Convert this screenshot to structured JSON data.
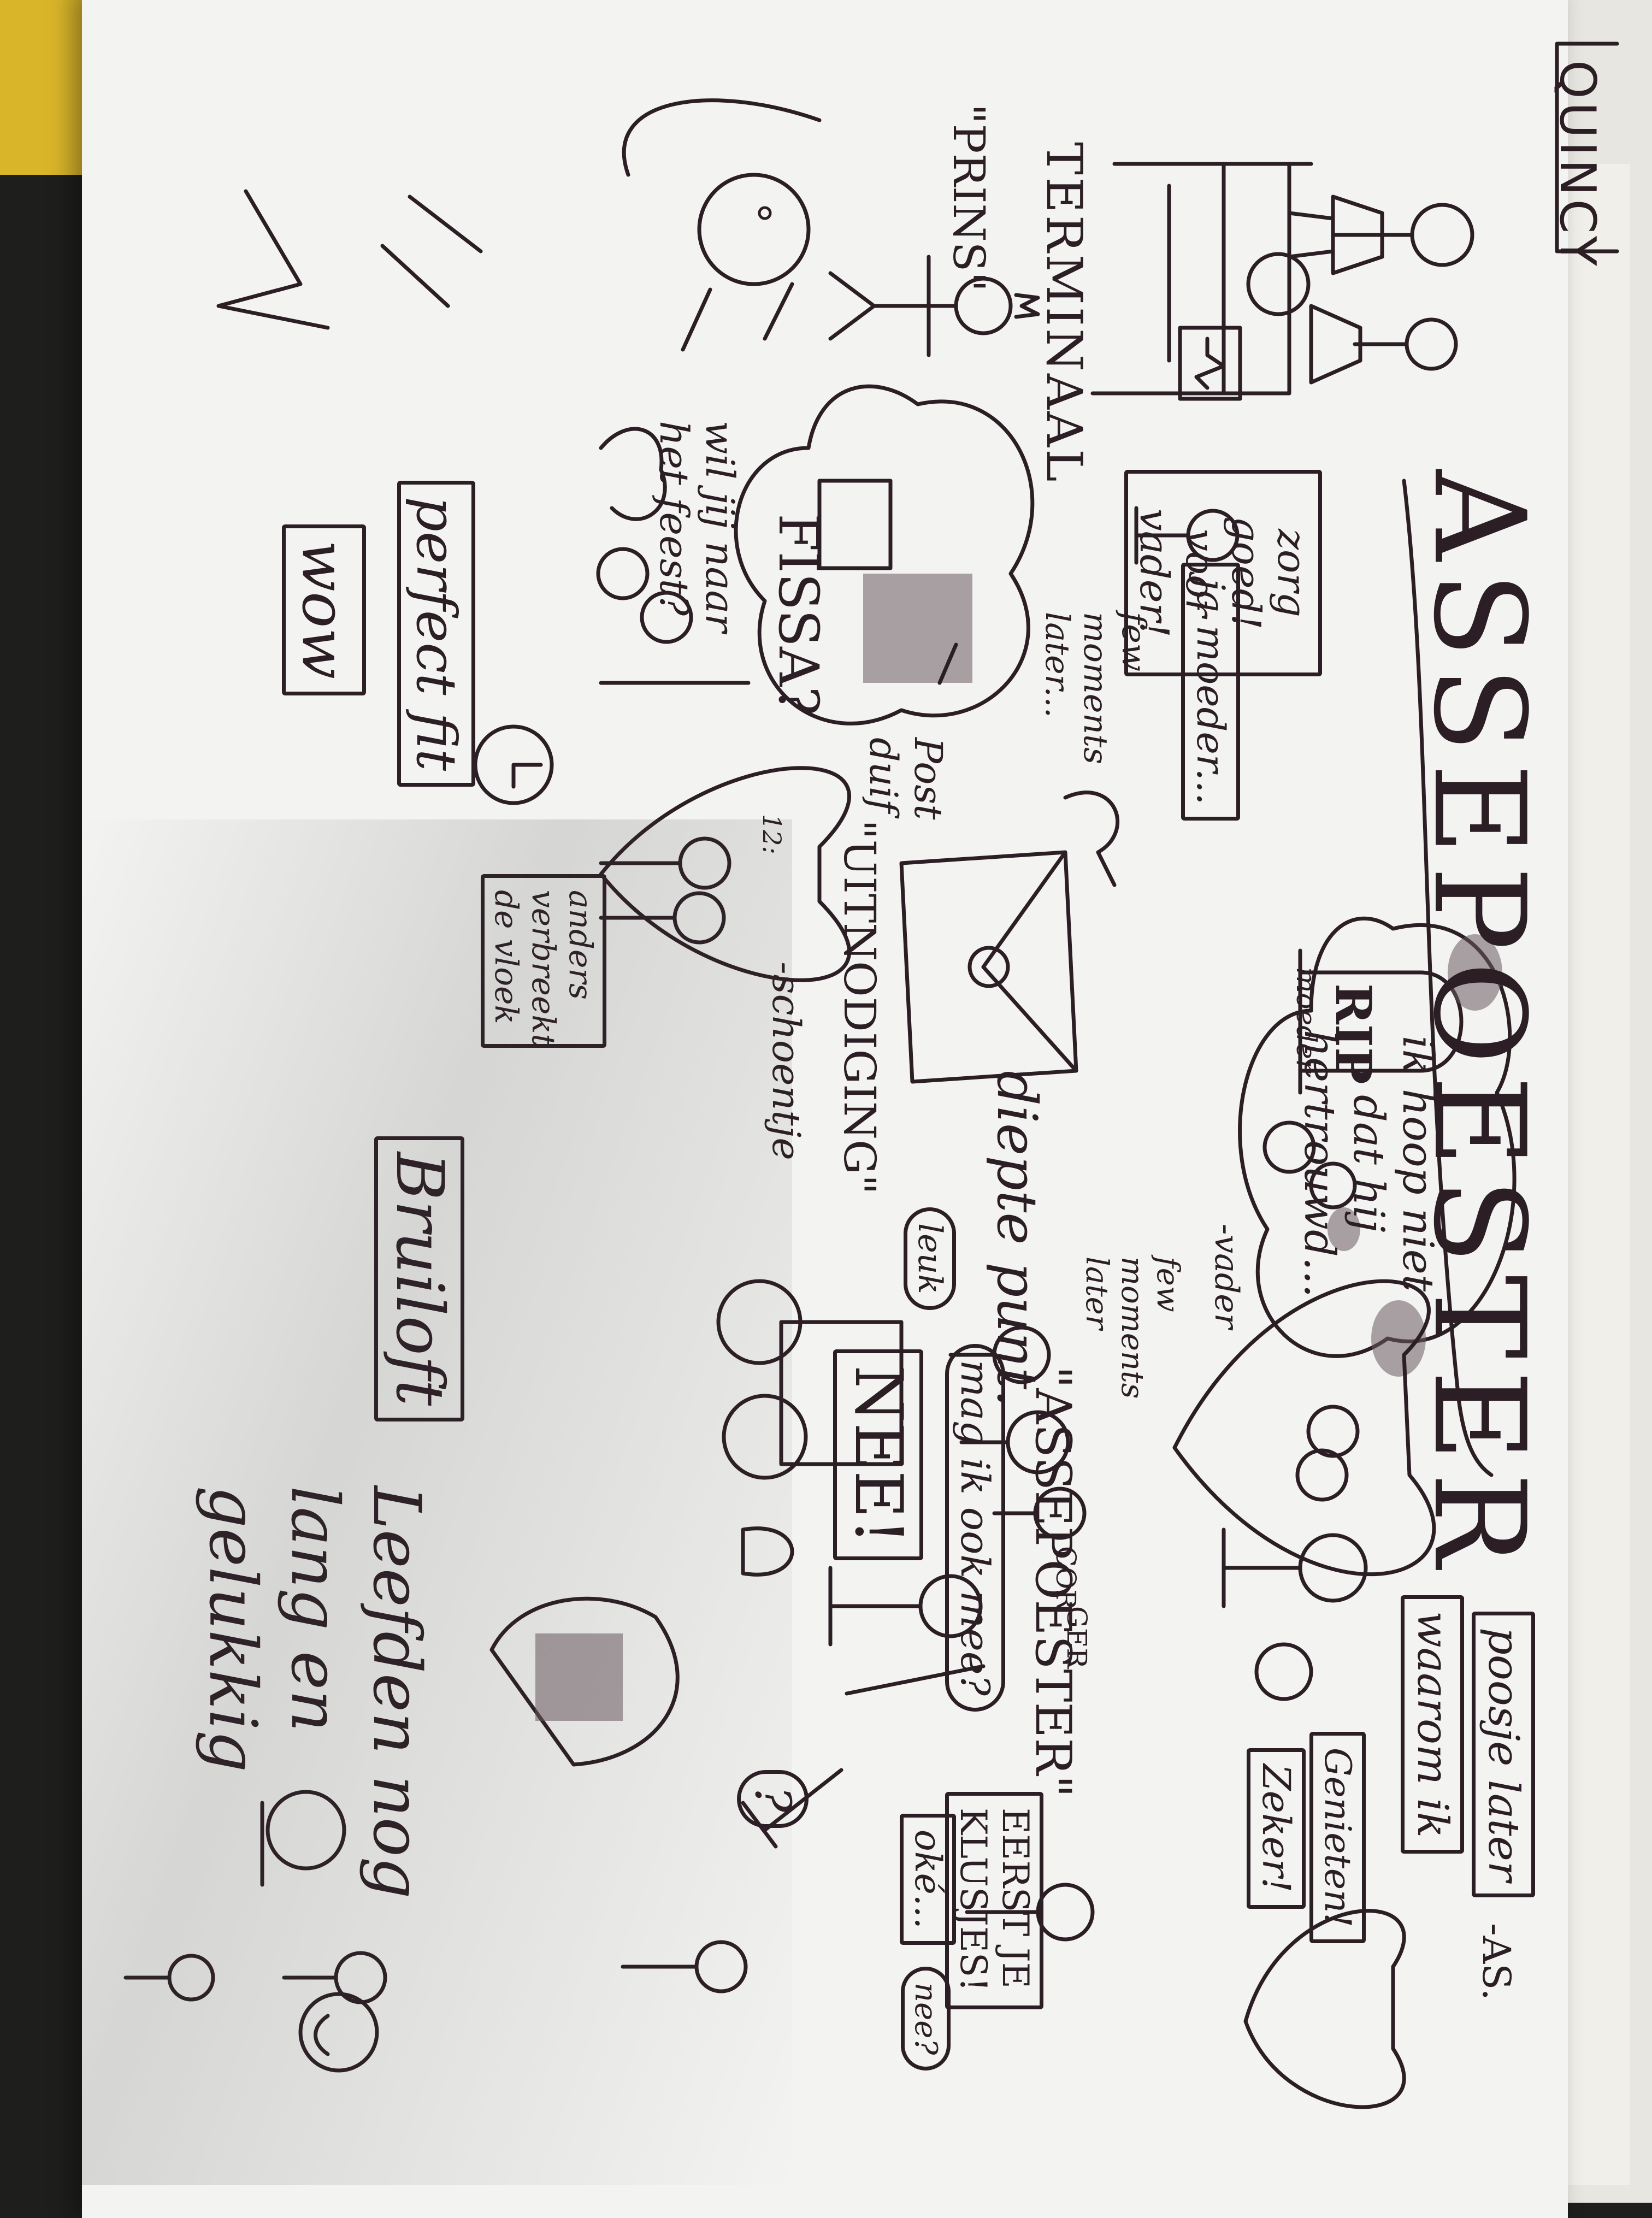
{
  "name_label": "QUINCY",
  "title": "ASSEPOESTER",
  "texts": {
    "terminal": "TERMINAAL",
    "prins": "\"PRINS\"",
    "zorg": "zorg goed! voor vader!",
    "ja_moeder": "ja moeder...",
    "few_moments_1": "few moments later...",
    "rip": "RIP",
    "moeder": "moeder",
    "ik_hoop": "ik hoop niet dat hij hertrouwd...",
    "vader": "-vader",
    "few_moments_2": "few moments later",
    "diepte": "diepte punt.",
    "uitnodiging": "\"UITNODIGING\"",
    "post": "Post duif",
    "leuk": "leuk",
    "assepoester_q": "\"ASSEPOESTER\"",
    "magik": "mag ik ook mee?",
    "nee": "NEE!",
    "cor": "COR",
    "ger": "GER",
    "fissa": "FISSA?",
    "wil_jij": "wil jij naar het feest?",
    "perfect": "perfect fit",
    "wow": "wow",
    "schoentje": "-schoentje",
    "anders": "anders verbreekt de vloek",
    "twaalf": "12:",
    "bruiloft": "Bruiloft",
    "leefden": "Leefden nog lang en gelukkig",
    "poosje": "poosje later",
    "waarom": "waarom ik",
    "genieten": "Genieten!",
    "zeker": "Zeker!",
    "eerst": "EERST JE KLUSJES!",
    "oke": "oké...",
    "nee_q": "nee?",
    "vraag": "?",
    "as": "-AS."
  }
}
